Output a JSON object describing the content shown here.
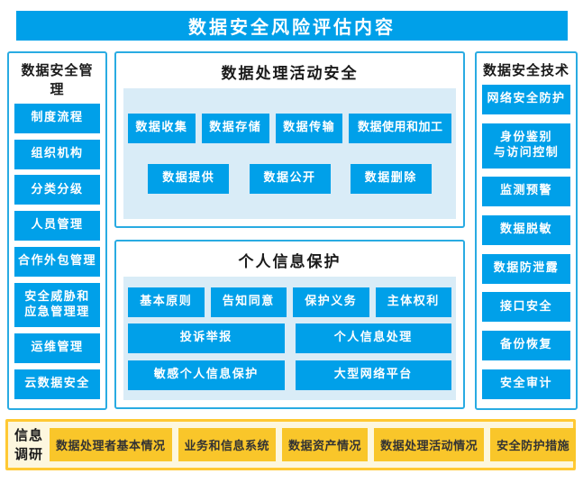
{
  "title": "数据安全风险评估内容",
  "colors": {
    "accent_blue": "#00A0E9",
    "border_blue": "#29ABE2",
    "panel_light_blue": "#D9ECF7",
    "gold": "#F9C62A",
    "border_gold": "#FFC933",
    "cream_bg": "#FDF7DE",
    "text_dark": "#1A1A1A",
    "text_white": "#FFFFFF"
  },
  "left": {
    "title": "数据安全管理",
    "items": [
      "制度流程",
      "组织机构",
      "分类分级",
      "人员管理",
      "合作外包管理",
      "安全威胁和\n应急管理理",
      "运维管理",
      "云数据安全"
    ]
  },
  "middle_top": {
    "title": "数据处理活动安全",
    "row1": [
      "数据收集",
      "数据存储",
      "数据传输",
      "数据使用和加工"
    ],
    "row2": [
      "数据提供",
      "数据公开",
      "数据删除"
    ]
  },
  "middle_bottom": {
    "title": "个人信息保护",
    "row1": [
      "基本原则",
      "告知同意",
      "保护义务",
      "主体权利"
    ],
    "row2": [
      "投诉举报",
      "个人信息处理"
    ],
    "row3": [
      "敏感个人信息保护",
      "大型网络平台"
    ]
  },
  "right": {
    "title": "数据安全技术",
    "items": [
      "网络安全防护",
      "身份鉴别\n与访问控制",
      "监测预警",
      "数据脱敏",
      "数据防泄露",
      "接口安全",
      "备份恢复",
      "安全审计"
    ]
  },
  "bottom": {
    "label": "信息\n调研",
    "items": [
      "数据处理者基本情况",
      "业务和信息系统",
      "数据资产情况",
      "数据处理活动情况",
      "安全防护措施"
    ]
  }
}
